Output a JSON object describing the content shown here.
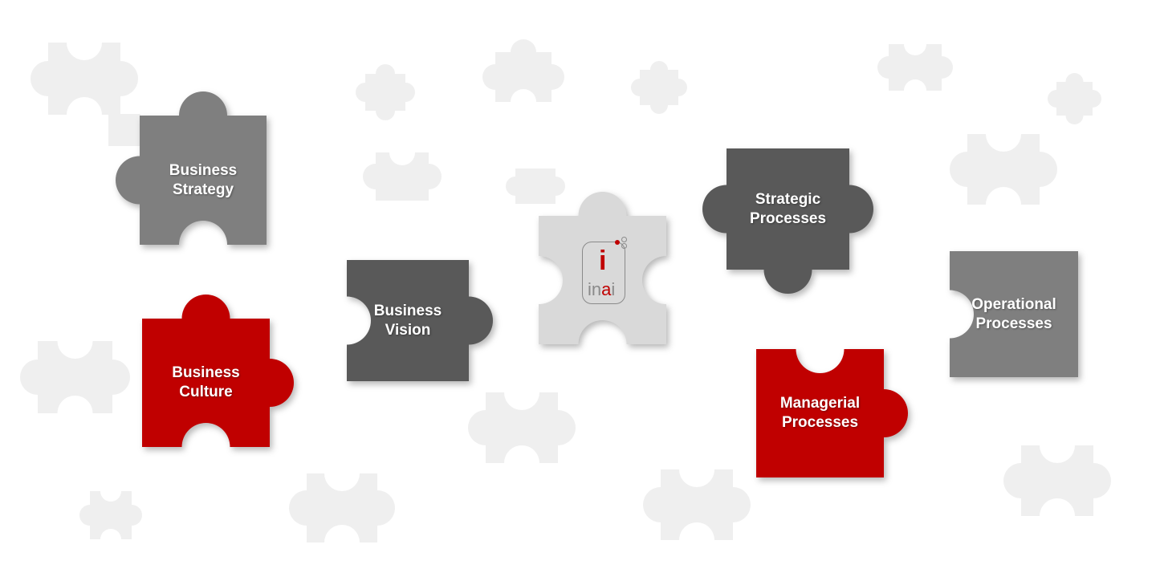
{
  "diagram": {
    "pieces": [
      {
        "id": "business-strategy",
        "lines": [
          "Business",
          "Strategy"
        ],
        "color": "#7f7f7f"
      },
      {
        "id": "business-culture",
        "lines": [
          "Business",
          "Culture"
        ],
        "color": "#c00000"
      },
      {
        "id": "business-vision",
        "lines": [
          "Business",
          "Vision"
        ],
        "color": "#595959"
      },
      {
        "id": "strategic-processes",
        "lines": [
          "Strategic",
          "Processes"
        ],
        "color": "#595959"
      },
      {
        "id": "managerial-processes",
        "lines": [
          "Managerial",
          "Processes"
        ],
        "color": "#c00000"
      },
      {
        "id": "operational-processes",
        "lines": [
          "Operational",
          "Processes"
        ],
        "color": "#7f7f7f"
      }
    ],
    "logo": {
      "text_prefix": "in",
      "text_red": "a",
      "text_suffix": "i",
      "icon_letter": "i",
      "color": "#d9d9d9"
    },
    "background_piece_color": "#efefef"
  }
}
